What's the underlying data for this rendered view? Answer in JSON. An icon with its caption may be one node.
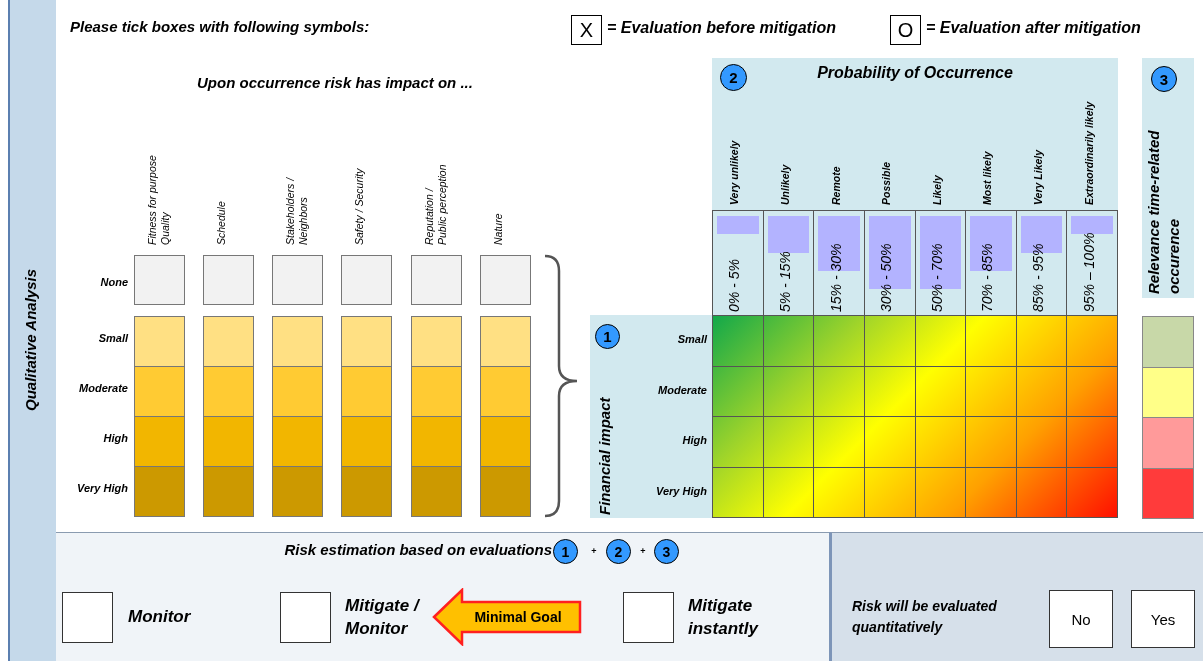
{
  "diagram": {
    "nodes": [
      {
        "text": [
          "X"
        ],
        "beside": [
          "= Evaluation before mitigation"
        ]
      },
      {
        "text": [
          "O"
        ],
        "beside": [
          "= Evaluation after mitigation"
        ]
      },
      {
        "text": [
          "2"
        ]
      },
      {
        "text": [
          "3"
        ]
      },
      {
        "text": [
          "1"
        ]
      },
      {
        "text": [
          "1"
        ]
      },
      {
        "text": [
          "2"
        ]
      },
      {
        "text": [
          "3"
        ]
      },
      {
        "text": [],
        "shape": "box",
        "beside": [
          "Monitor"
        ]
      },
      {
        "text": [],
        "shape": "box",
        "beside": [
          "Mitigate / Monitor"
        ]
      },
      {
        "text": [
          "Minimal Goal"
        ]
      },
      {
        "text": [],
        "shape": "box",
        "beside": [
          "Mitigate instantly"
        ]
      },
      {
        "text": [
          "No"
        ]
      },
      {
        "text": [
          "Yes"
        ]
      }
    ],
    "edges": [],
    "labels": [
      "Please tick boxes with following symbols:",
      "Qualitative Analysis",
      "Upon occurrence risk has impact on ...",
      "Probability of Occurrence",
      "Relevance time-related occurence",
      "Very unlikely",
      "Unlikely",
      "Remote",
      "Possible",
      "Likely",
      "Most likely",
      "Very Likely",
      "Extraordinarily likely",
      "Fitness for purpose Quality",
      "Schedule",
      "Stakeholders / Neighbors",
      "Safety / Security",
      "Reputation / Public perception",
      "Nature",
      "0% - 5%",
      "5% - 15%",
      "15% - 30%",
      "30% - 50%",
      "50% - 70%",
      "70% - 85%",
      "85% - 95%",
      "95% – 100%",
      "None",
      "Small",
      "Moderate",
      "High",
      "Very High",
      "Financial impact",
      "Small",
      "Moderate",
      "High",
      "Very High",
      "Risk estimation based on evaluations",
      "+",
      "+",
      "Risk will be evaluated quantitatively"
    ]
  }
}
